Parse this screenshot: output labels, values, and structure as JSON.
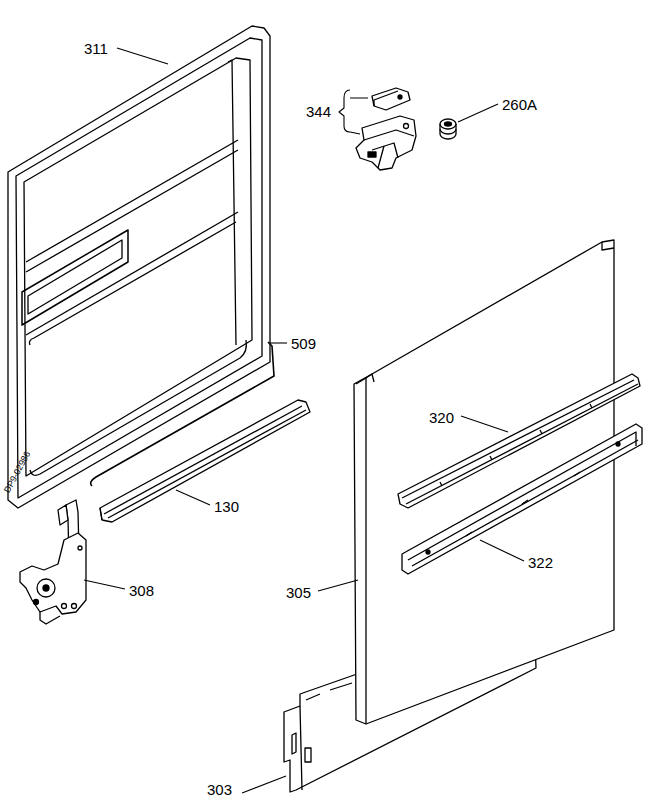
{
  "diagram": {
    "labels": [
      "311",
      "344",
      "260A",
      "509",
      "130",
      "308",
      "320",
      "322",
      "305",
      "303",
      "DP9-02986"
    ]
  }
}
